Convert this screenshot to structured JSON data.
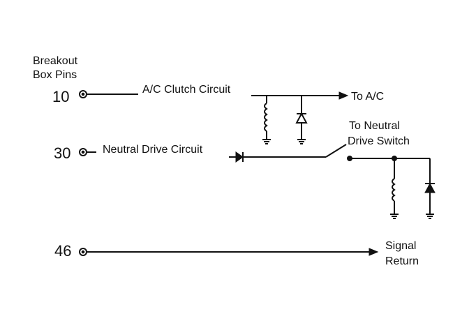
{
  "header": {
    "line1": "Breakout",
    "line2": "Box Pins"
  },
  "pins": [
    {
      "number": "10",
      "circuit": "A/C Clutch Circuit"
    },
    {
      "number": "30",
      "circuit": "Neutral Drive Circuit"
    },
    {
      "number": "46",
      "circuit": ""
    }
  ],
  "destinations": {
    "ac": "To A/C",
    "neutral_line1": "To Neutral",
    "neutral_line2": "Drive Switch",
    "signal_line1": "Signal",
    "signal_line2": "Return"
  }
}
